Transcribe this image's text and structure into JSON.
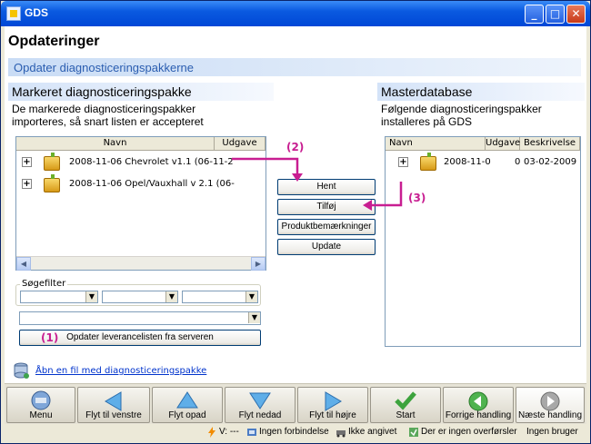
{
  "window": {
    "title": "GDS"
  },
  "page": {
    "title": "Opdateringer",
    "subtitle": "Opdater diagnosticeringspakkerne"
  },
  "left_panel": {
    "header": "Markeret diagnosticeringspakke",
    "description_line1": "De markerede diagnosticeringspakker",
    "description_line2": "importeres, så snart listen er accepteret",
    "columns": {
      "name": "Navn",
      "edition": "Udgave"
    },
    "rows": [
      {
        "name": "2008-11-06 Chevrolet v1.1 (06-11-2"
      },
      {
        "name": "2008-11-06 Opel/Vauxhall v 2.1 (06-"
      }
    ]
  },
  "right_panel": {
    "header": "Masterdatabase",
    "description_line1": "Følgende diagnosticeringspakker",
    "description_line2": "installeres på GDS",
    "columns": {
      "name": "Navn",
      "edition": "Udgave",
      "description": "Beskrivelse"
    },
    "rows": [
      {
        "name": "2008-11-0",
        "edition": "0",
        "description": "03-02-2009"
      }
    ]
  },
  "middle_buttons": {
    "fetch": "Hent",
    "add": "Tilføj",
    "product_notes": "Produktbemærkninger",
    "update": "Update"
  },
  "search_filter": {
    "legend": "Søgefilter",
    "update_button": "Opdater leverancelisten fra serveren"
  },
  "file_link": "Åbn en fil med diagnosticeringspakke",
  "annotations": {
    "a1": "(1)",
    "a2": "(2)",
    "a3": "(3)"
  },
  "toolbar": {
    "menu": "Menu",
    "move_left": "Flyt til venstre",
    "move_up": "Flyt opad",
    "move_down": "Flyt nedad",
    "move_right": "Flyt til højre",
    "start": "Start",
    "previous": "Forrige handling",
    "next": "Næste handling"
  },
  "status": {
    "voltage": "V: ---",
    "connection": "Ingen forbindelse",
    "not_specified": "Ikke angivet",
    "transfers": "Der er ingen overførsler",
    "user": "Ingen bruger"
  },
  "colors": {
    "annotation": "#C81E91",
    "accent": "#2A5DB0",
    "title_bar": "#0A5AE0"
  }
}
